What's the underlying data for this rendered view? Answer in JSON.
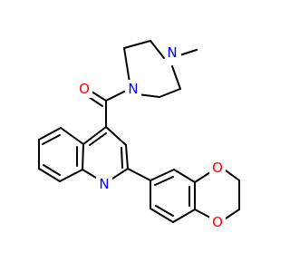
{
  "colors": {
    "bond": "#000000",
    "oxygen": "#ff0000",
    "nitrogen": "#0000ff",
    "background": "#ffffff"
  },
  "atoms": {
    "carbonyl_oxygen": "O",
    "piperazine_n1": "N",
    "piperazine_n4": "N",
    "quinoline_n": "N",
    "dioxane_o1": "O",
    "dioxane_o2": "O"
  }
}
